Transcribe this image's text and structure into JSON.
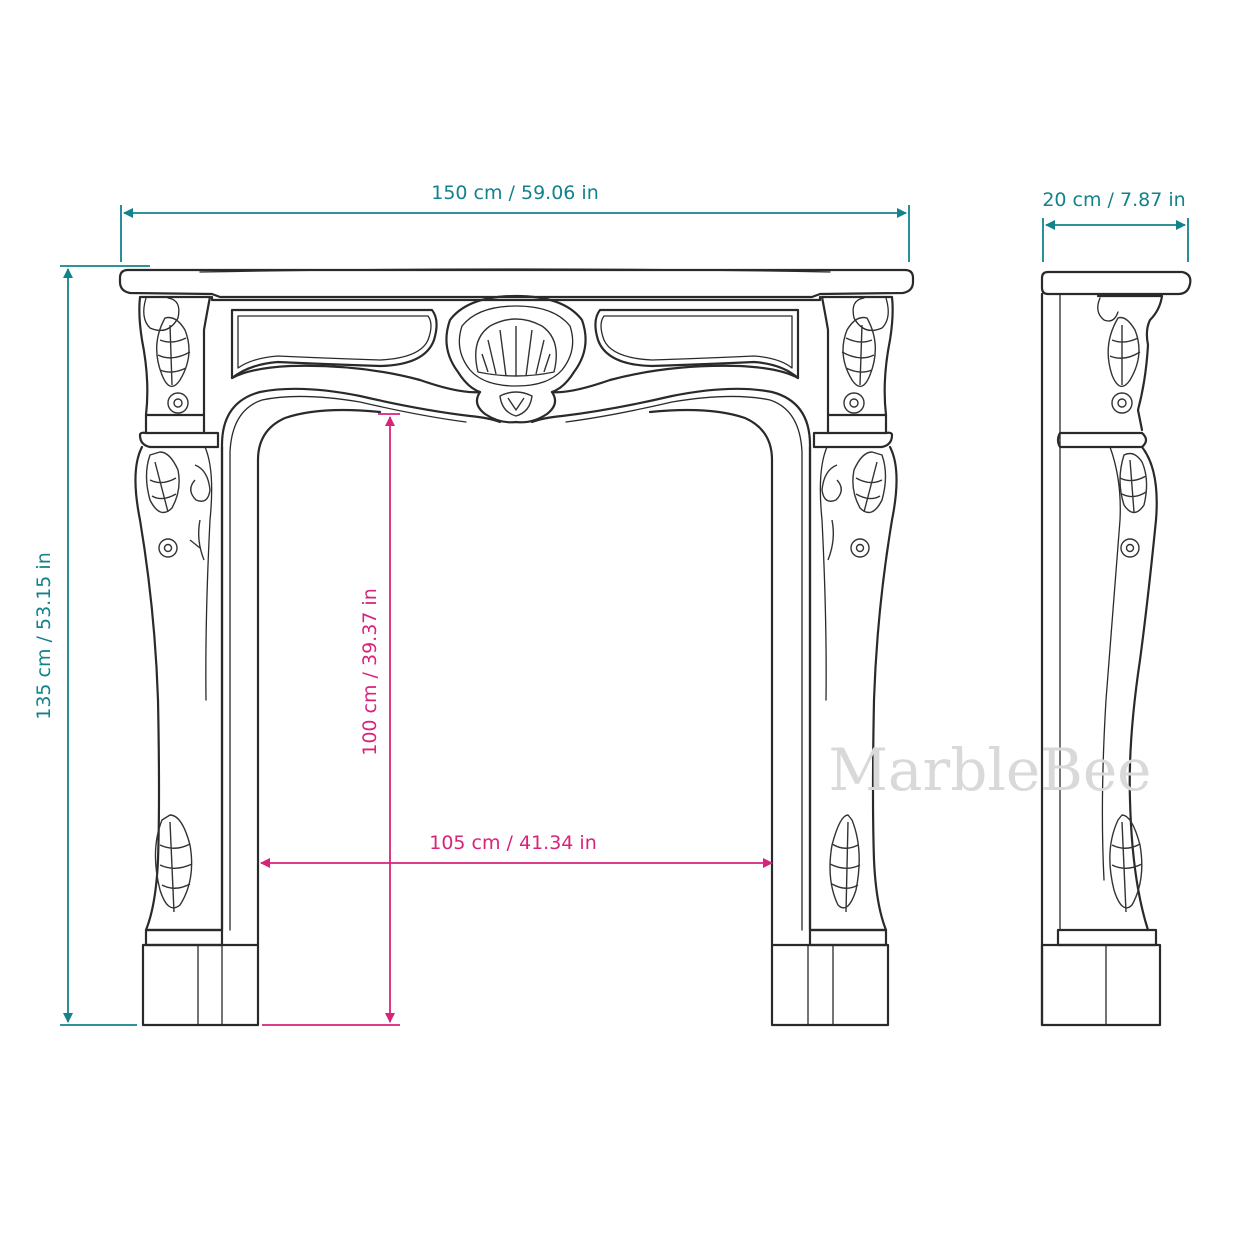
{
  "dimensions": {
    "overall_width": "150 cm / 59.06 in",
    "depth": "20 cm / 7.87 in",
    "overall_height": "135 cm / 53.15 in",
    "opening_height": "100 cm / 39.37 in",
    "opening_width": "105 cm / 41.34 in"
  },
  "watermark": "MarbleBee",
  "colors": {
    "dimension_teal": "#12828c",
    "dimension_pink": "#d8237a",
    "drawing_line": "#2a2a2a",
    "watermark": "#d9d9d9"
  }
}
